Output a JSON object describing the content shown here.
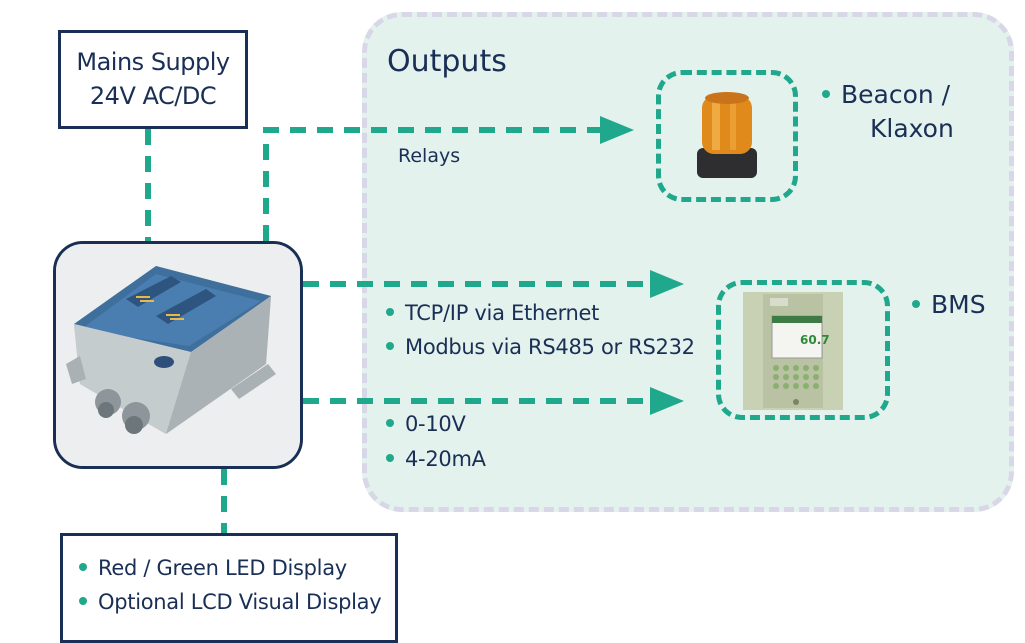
{
  "mains": {
    "line1": "Mains Supply",
    "line2": "24V AC/DC"
  },
  "outputs": {
    "title": "Outputs"
  },
  "relays": {
    "label": "Relays"
  },
  "beacon": {
    "line1": "Beacon /",
    "line2": "Klaxon"
  },
  "bms": {
    "label": "BMS",
    "readout": "60.7"
  },
  "comms": {
    "items": [
      "TCP/IP via Ethernet",
      "Modbus via RS485 or RS232"
    ]
  },
  "analog": {
    "items": [
      "0-10V",
      "4-20mA"
    ]
  },
  "display": {
    "items": [
      "Red / Green LED Display",
      "Optional LCD Visual Display"
    ]
  },
  "colors": {
    "navy": "#1a2f55",
    "teal": "#1fa88c",
    "panel": "#e4f2ed",
    "panel_border": "#d8d7e8"
  }
}
